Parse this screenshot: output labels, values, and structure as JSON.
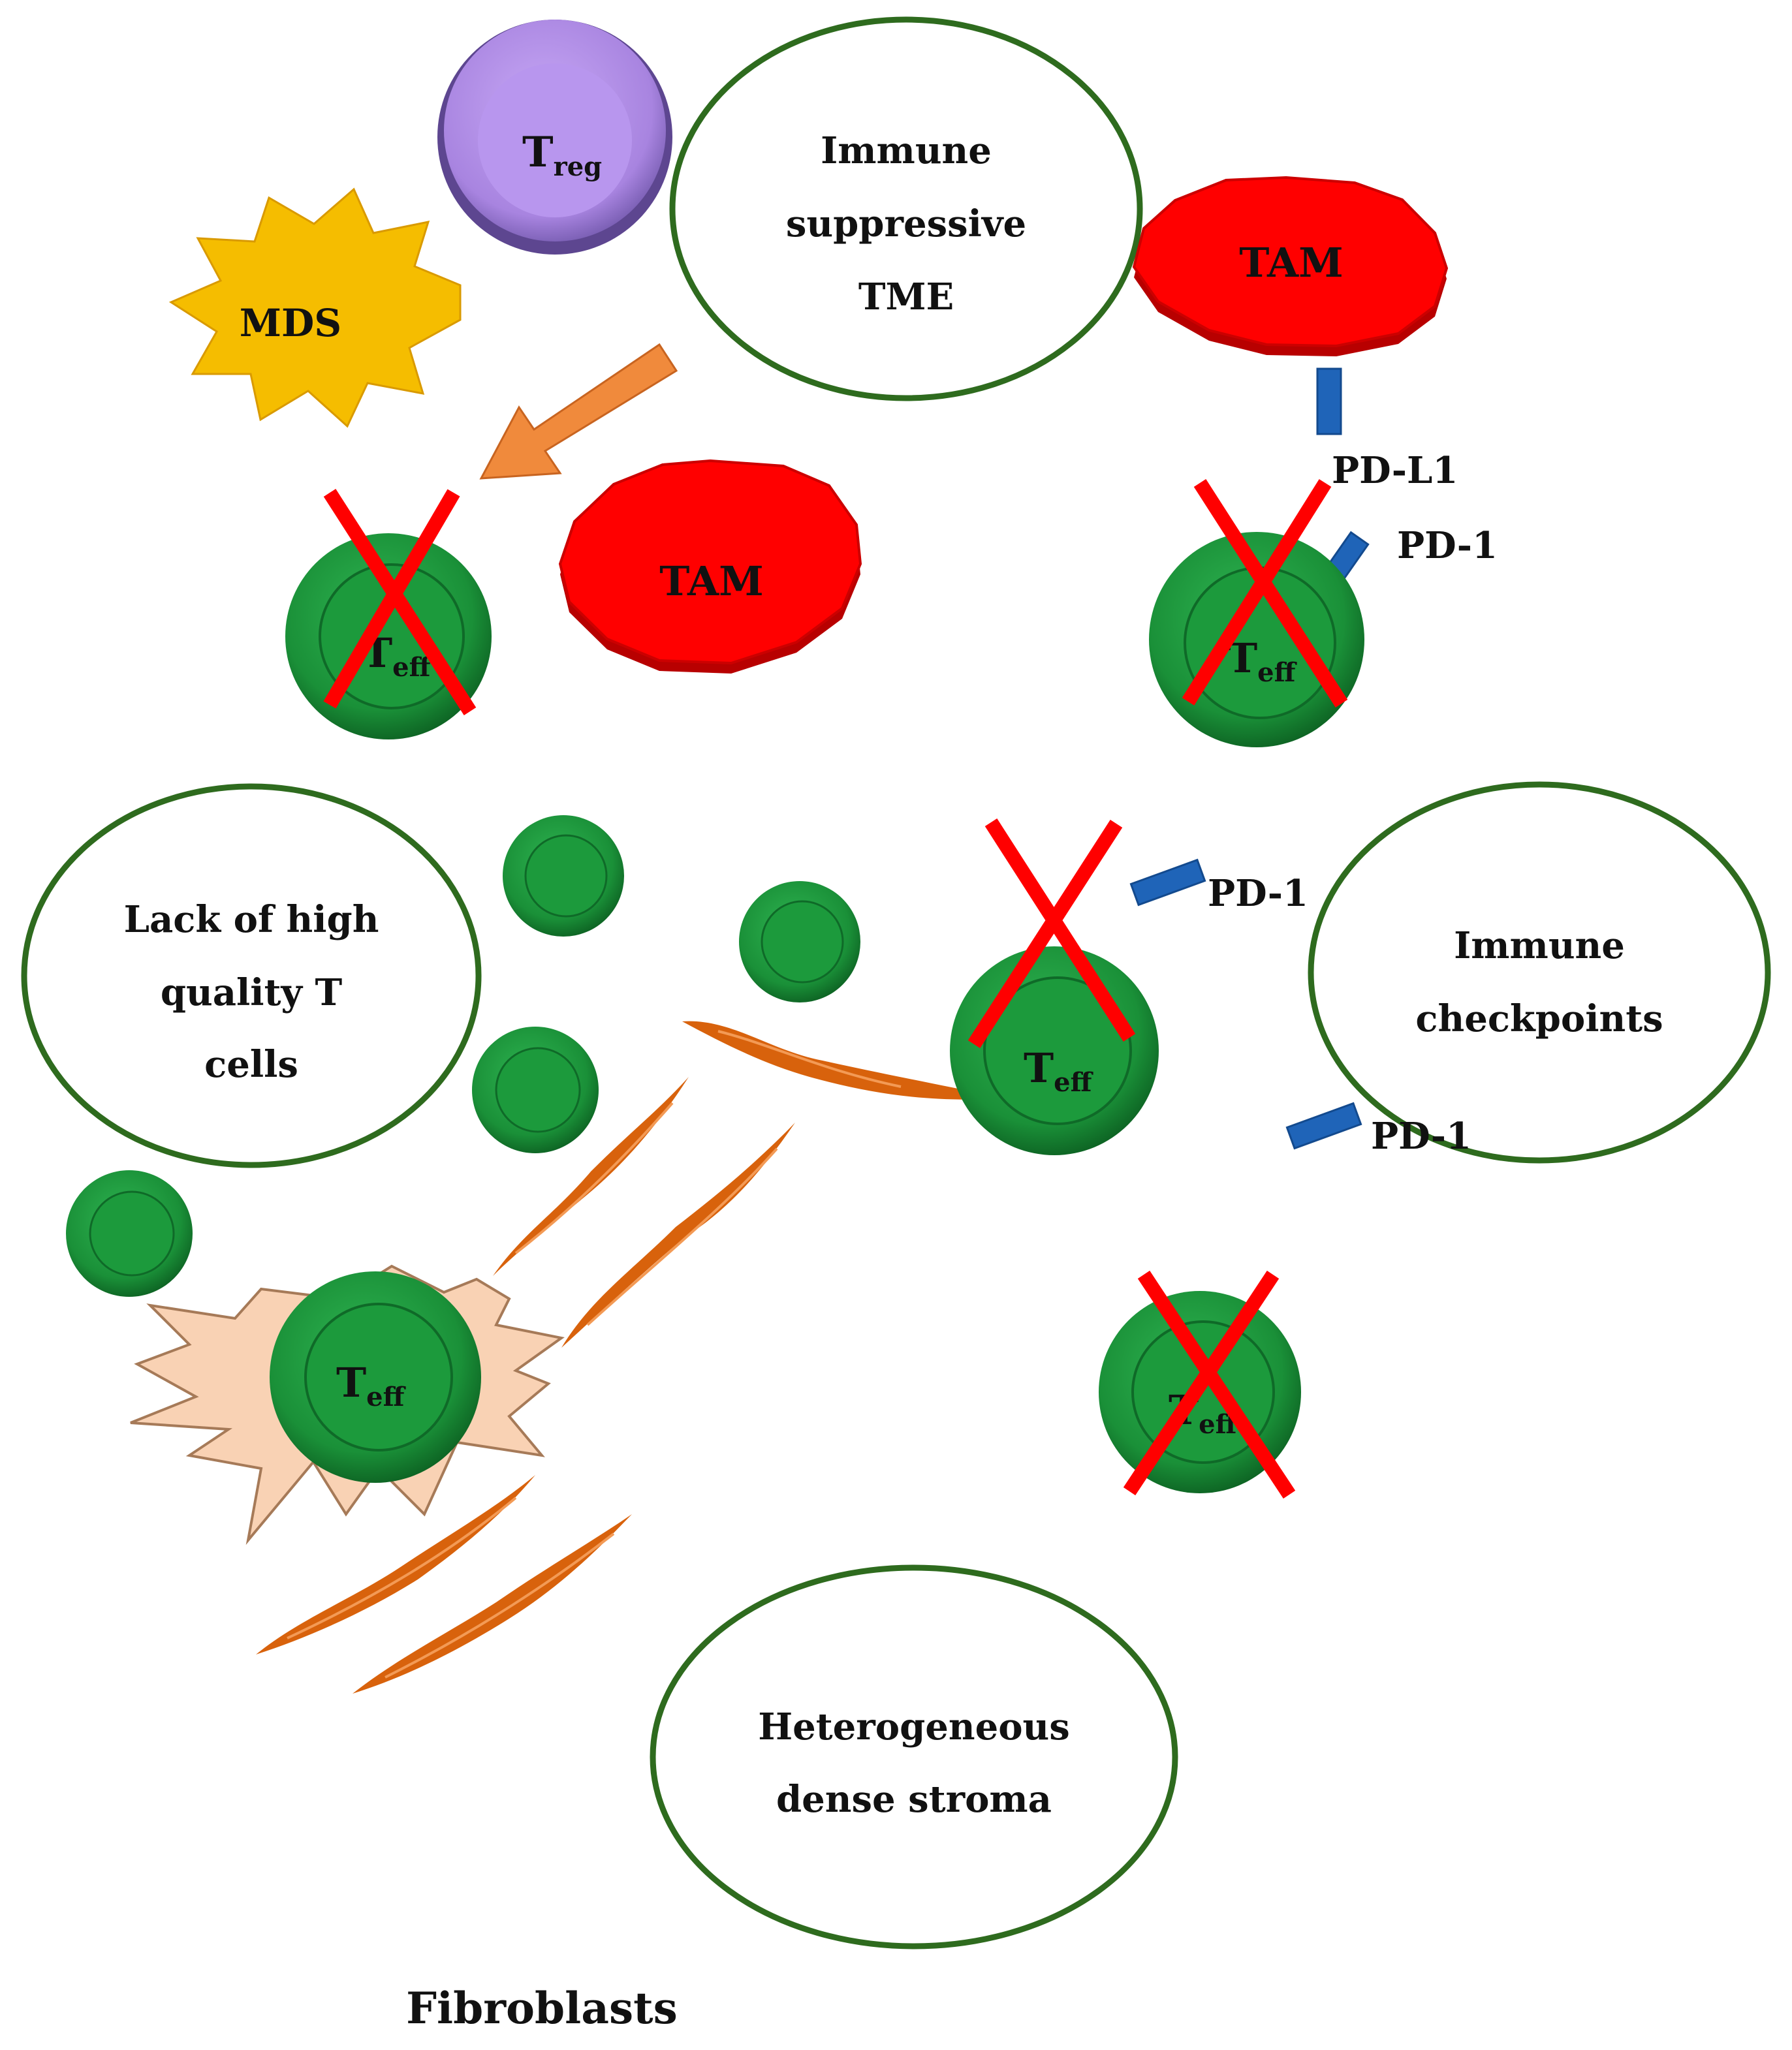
{
  "diagram": {
    "circles": {
      "immune_suppressive": [
        "Immune",
        "suppressive",
        "TME"
      ],
      "lack_of_t_cells": [
        "Lack of high",
        "quality T",
        "cells"
      ],
      "immune_checkpoints": [
        "Immune",
        "checkpoints"
      ],
      "dense_stroma": [
        "Heterogeneous",
        "dense stroma"
      ]
    },
    "cells": {
      "treg": {
        "main": "T",
        "sub": "reg"
      },
      "teff": {
        "main": "T",
        "sub": "eff"
      },
      "mds": "MDS",
      "tam": "TAM"
    },
    "receptors": {
      "pd_l1": "PD-L1",
      "pd_1": "PD-1"
    },
    "fibroblasts_label": "Fibroblasts",
    "colors": {
      "circle_outline": "#2e6b1e",
      "teff_green": "#1f9a3c",
      "teff_dark": "#0b5a1f",
      "treg_purple": "#b48fe8",
      "mds_yellow": "#f5bd00",
      "tam_red": "#ff0000",
      "cross_red": "#ff0000",
      "receptor_blue": "#1f64b8",
      "arrow_orange": "#f08a3c",
      "fibroblast_orange": "#d8620c",
      "burst_peach": "#f9d2b4"
    }
  }
}
